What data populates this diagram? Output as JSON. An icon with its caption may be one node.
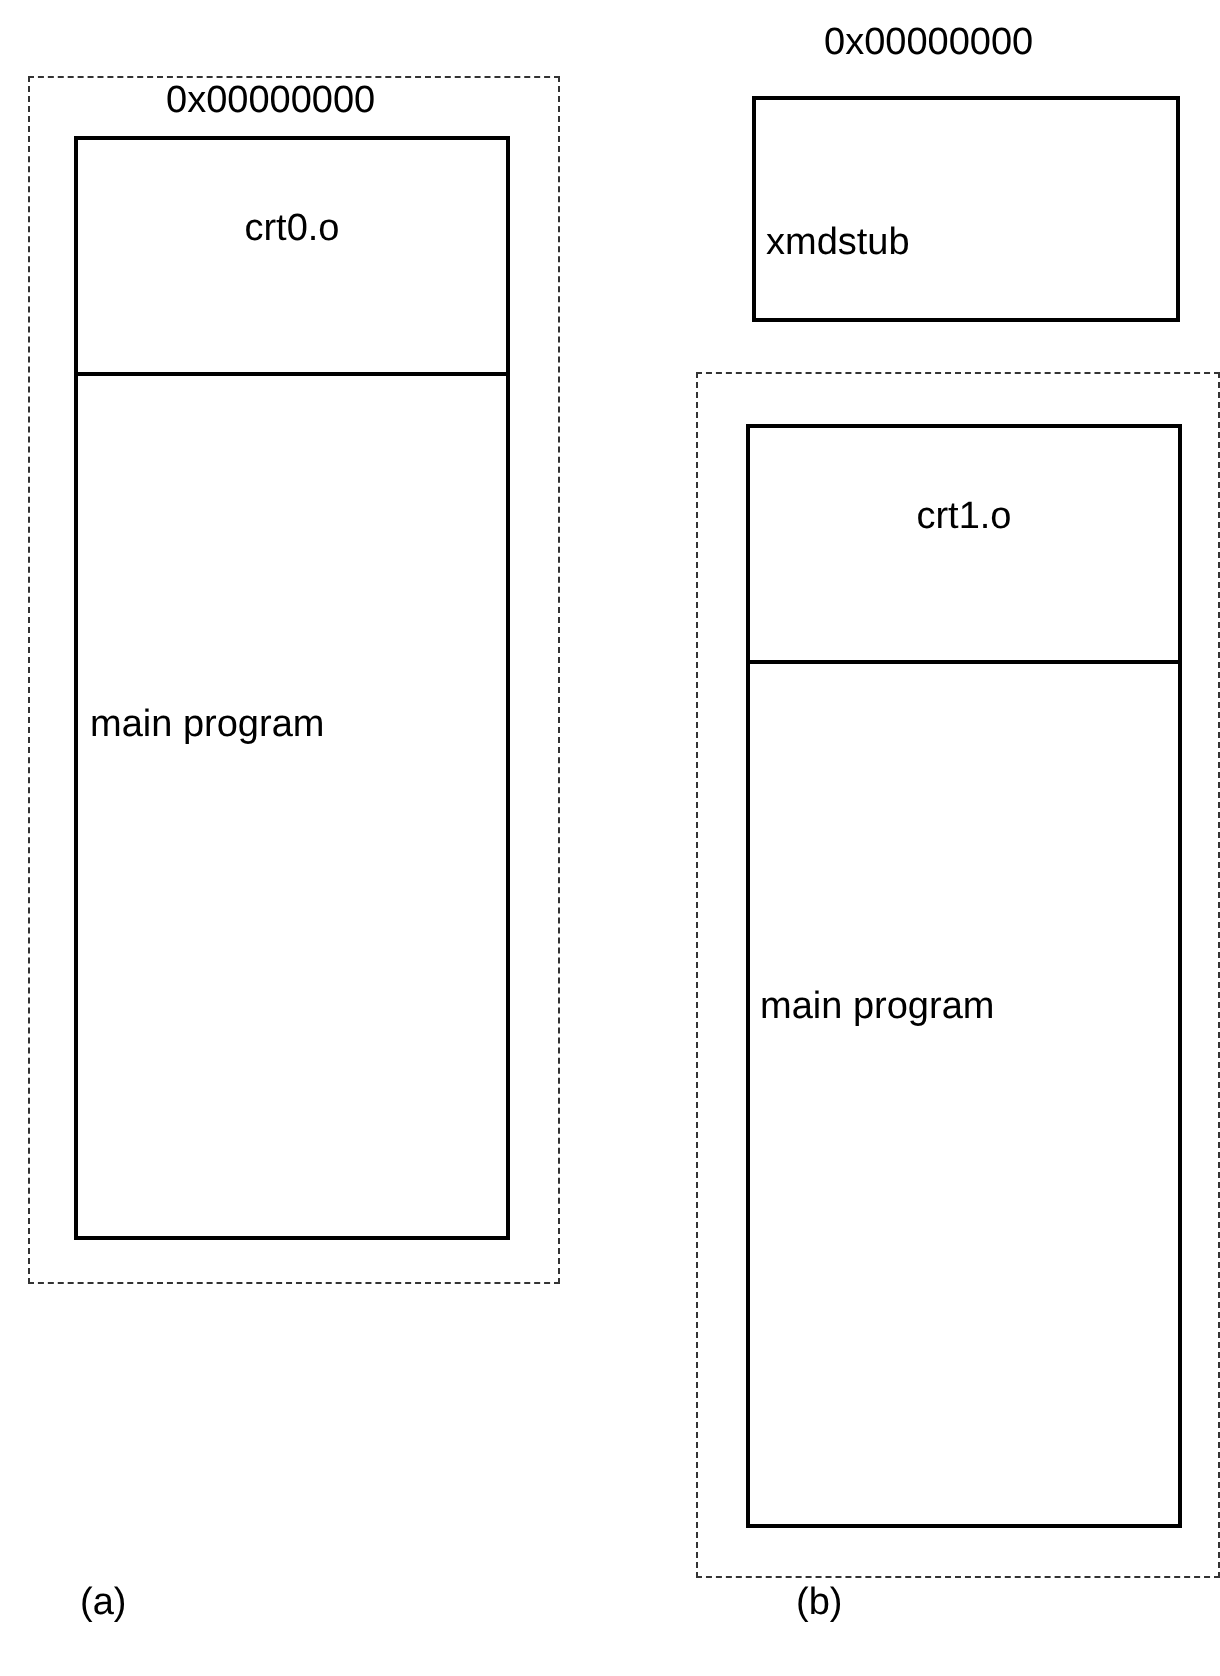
{
  "diagram": {
    "nodes": [
      {
        "text": [
          "0x00000000"
        ]
      },
      {
        "text": [
          "crt0.o"
        ],
        "in": 0
      },
      {
        "text": [
          "main program"
        ],
        "in": 0
      },
      {
        "text": [
          "0x00000000",
          "xmdstub"
        ]
      },
      {
        "text": [],
        "shape": "box"
      },
      {
        "text": [
          "crt1.o"
        ],
        "in": 4
      },
      {
        "text": [
          "main program"
        ],
        "in": 4
      }
    ],
    "labels": [
      "(a)",
      "(b)"
    ]
  }
}
